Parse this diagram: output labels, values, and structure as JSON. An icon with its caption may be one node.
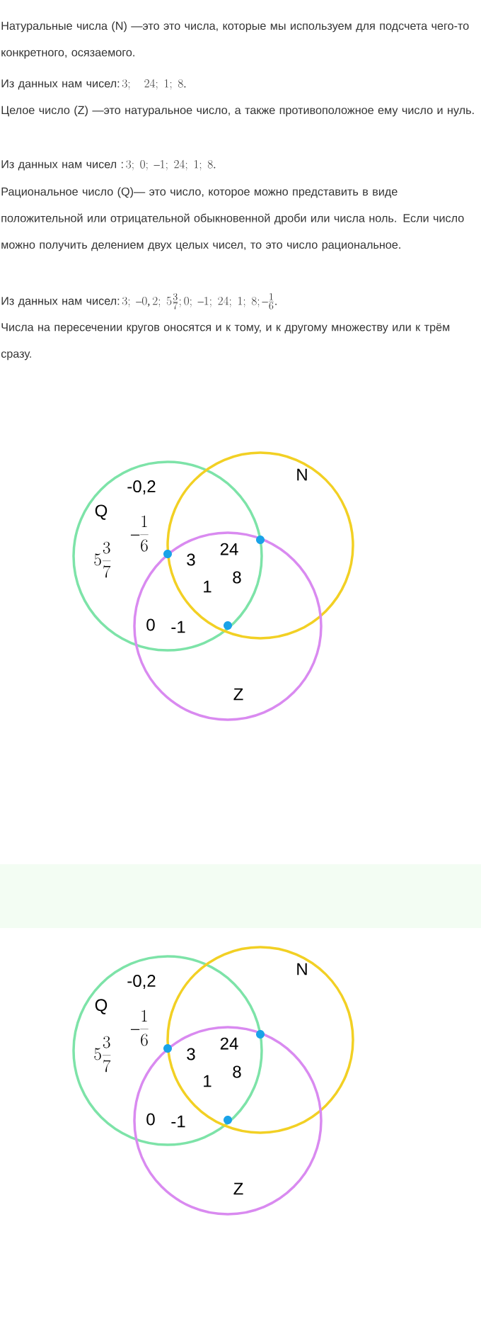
{
  "diagram": {
    "nodes": [
      {
        "text": [
          "Q"
        ]
      },
      {
        "text": [
          "N"
        ]
      },
      {
        "text": [
          "Z"
        ]
      },
      {
        "text": [
          "Q"
        ]
      },
      {
        "text": [
          "N"
        ]
      },
      {
        "text": [
          "Z"
        ]
      }
    ],
    "labels": [
      "Натуральные числа (N) —это это числа, которые мы используем для подсчета чего-то конкретного, осязаемого.",
      "Из данных нам чисел:",
      "3;\\quad 24;\\; 1;\\; 8.",
      "Целое число (Z) —это натуральное число, а также противоположное ему число и нуль.",
      "Из данных нам чисел :",
      "3;\\; 0;\\; -1;\\; 24;\\; 1;\\; 8.",
      "Рациональное число (Q)— это число, которое можно представить в виде положительной или отрицательной обыкновенной дроби или числа ноль. Если число можно получить делением двух целых чисел, то это число рациональное.",
      "Из данных нам чисел:",
      "3;\\; -0,2;\\; 5\\frac{3}{7};0;\\; -1;\\; 24;\\; 1;\\; 8;-\\frac{1}{6}.",
      "Числа на пересечении кругов оносятся и к тому, и к другому множеству или к трём сразу.",
      "-0,2",
      "5\\frac{3}{7}",
      "-\\frac{1}{6}",
      "3",
      "24",
      "1",
      "8",
      "0",
      "-1",
      "-0,2",
      "5\\frac{3}{7}",
      "-\\frac{1}{6}",
      "3",
      "24",
      "1",
      "8",
      "0",
      "-1"
    ]
  }
}
